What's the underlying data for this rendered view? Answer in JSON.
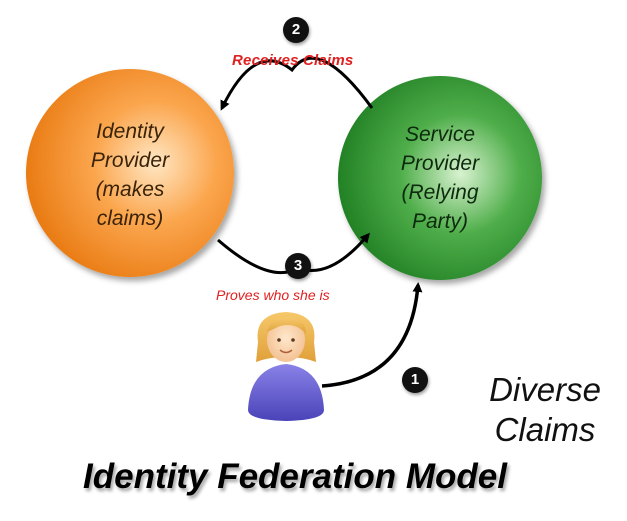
{
  "identity_provider": {
    "label": "Identity\nProvider\n(makes\nclaims)",
    "color": "#f5902a"
  },
  "service_provider": {
    "label": "Service\nProvider\n(Relying\nParty)",
    "color": "#2f8f2f"
  },
  "steps": {
    "step1": "1",
    "step2": "2",
    "step3": "3"
  },
  "arrows": {
    "receives_claims": "Receives Claims",
    "proves_who_she_is": "Proves who she is",
    "caption_color": "#e02020"
  },
  "user_icon": "woman-user-icon",
  "side_note": "Diverse\nClaims",
  "title": "Identity Federation Model"
}
